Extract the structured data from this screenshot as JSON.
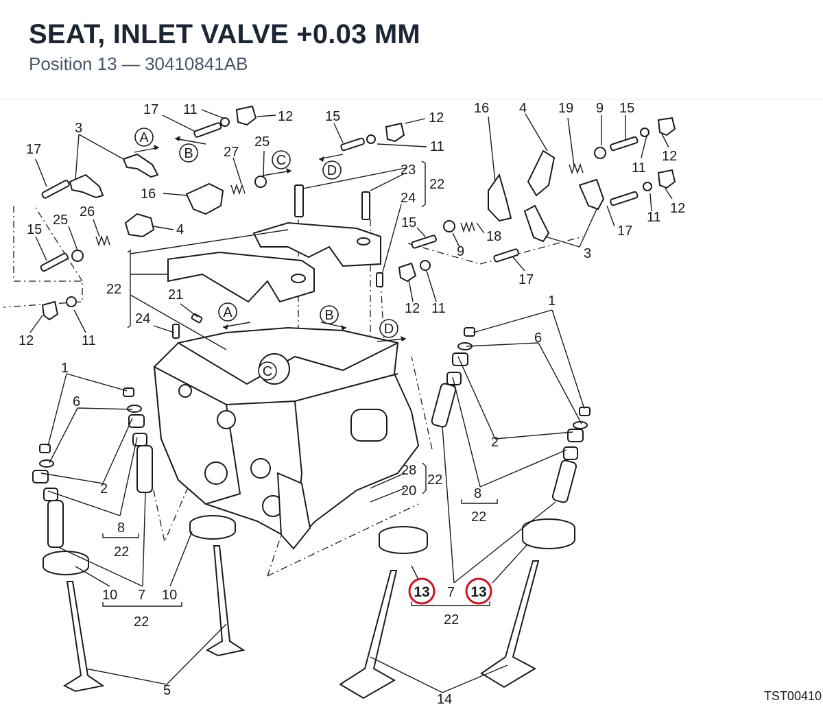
{
  "header": {
    "title": "SEAT, INLET VALVE +0.03 MM",
    "subtitle": "Position 13 — 30410841AB"
  },
  "diagram": {
    "highlight_color": "#d0111b",
    "reference_code": "TST00410",
    "callouts": {
      "c17a": "17",
      "c11a": "11",
      "c12a": "12",
      "c15a": "15",
      "c12b": "12",
      "c11b": "11",
      "c16a": "16",
      "c4a": "4",
      "c19": "19",
      "c9a": "9",
      "c15b": "15",
      "c12c": "12",
      "c11c": "11",
      "c3a": "3",
      "c17b": "17",
      "c27": "27",
      "c25a": "25",
      "c23": "23",
      "c22a": "22",
      "c16b": "16",
      "c24a": "24",
      "c15c": "15",
      "c25b": "25",
      "c26": "26",
      "c4b": "4",
      "c12d": "12",
      "c11d": "11",
      "c9b": "9",
      "c18": "18",
      "c3b": "3",
      "c17c": "17",
      "c15d": "15",
      "c22b": "22",
      "c12e": "12",
      "c11e": "11",
      "c21": "21",
      "c24b": "24",
      "c12f": "12",
      "c11f": "11",
      "c1a": "1",
      "c6a": "6",
      "c2a": "2",
      "c8a": "8",
      "c22c": "22",
      "c1b": "1",
      "c6b": "6",
      "c2b": "2",
      "c8b": "8",
      "c22d": "22",
      "c28": "28",
      "c20": "20",
      "c22e": "22",
      "c10a": "10",
      "c7a": "7",
      "c10b": "10",
      "c22f": "22",
      "c5": "5",
      "c13a": "13",
      "c7b": "7",
      "c13b": "13",
      "c22g": "22",
      "c14": "14"
    },
    "arrow_labels": {
      "a1": "A",
      "b1": "B",
      "c1": "C",
      "d1": "D",
      "a2": "A",
      "b2": "B",
      "c2": "C",
      "d2": "D"
    }
  }
}
